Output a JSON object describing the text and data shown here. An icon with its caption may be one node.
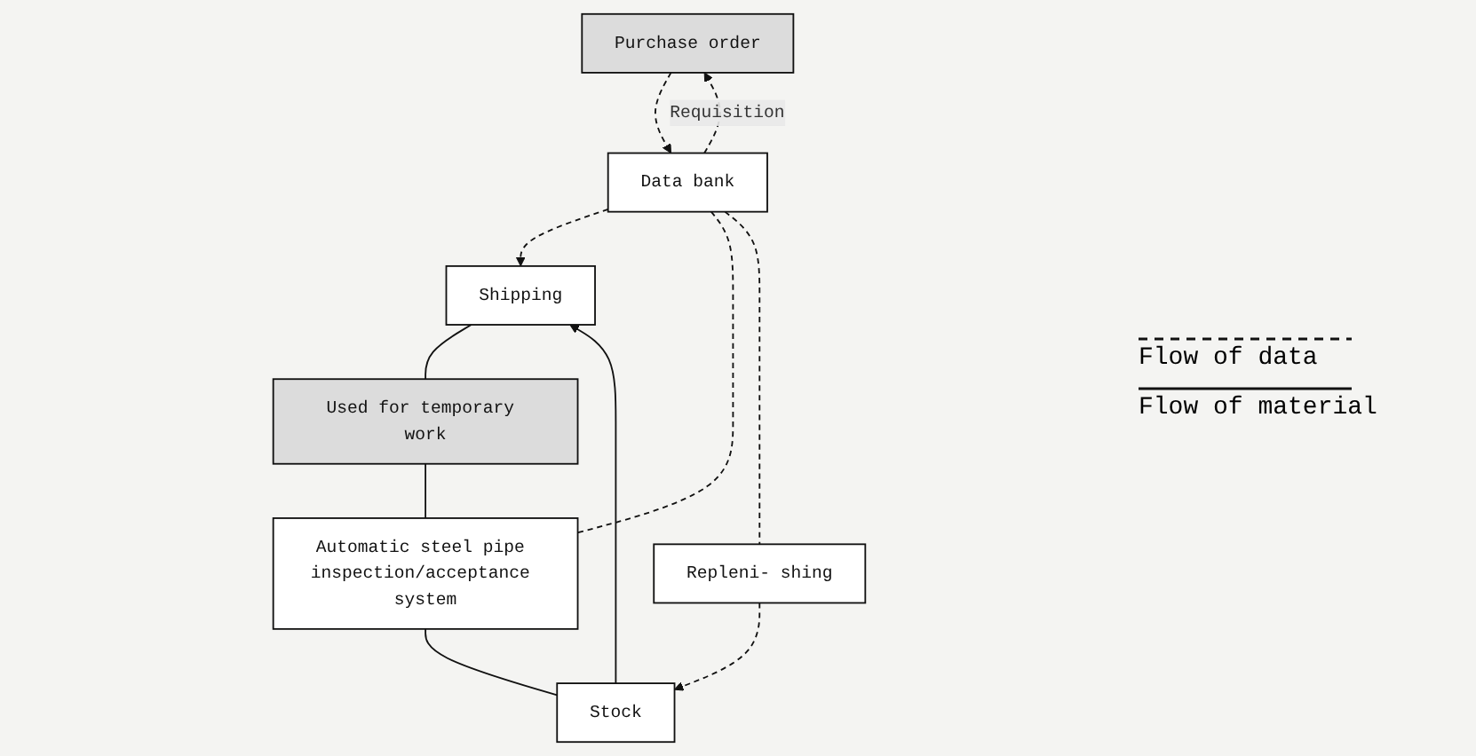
{
  "diagram": {
    "nodes": [
      {
        "text": [
          "Purchase order"
        ]
      },
      {
        "text": [
          "Shipping"
        ]
      },
      {
        "text": [
          "Used for temporary work"
        ]
      },
      {
        "text": [
          "Data bank"
        ]
      },
      {
        "text": [
          "Automatic steel pipe inspection/acceptance system"
        ]
      },
      {
        "text": [
          "Repleni- shing"
        ]
      },
      {
        "text": [
          "Stock"
        ]
      }
    ],
    "edges": [
      {
        "from": 0,
        "to": 3,
        "arrow": "to",
        "style": "dashed"
      },
      {
        "from": 3,
        "to": 0,
        "arrow": "to",
        "style": "dashed",
        "label": "Requisition"
      },
      {
        "from": 3,
        "to": 1,
        "arrow": "to",
        "style": "dashed"
      },
      {
        "from": 1,
        "to": 2,
        "arrow": "none"
      },
      {
        "from": 2,
        "to": 4,
        "arrow": "none"
      },
      {
        "from": 3,
        "to": 4,
        "arrow": "none",
        "style": "dashed"
      },
      {
        "from": 4,
        "to": 6,
        "arrow": "none"
      },
      {
        "from": 3,
        "to": 5,
        "arrow": "none",
        "style": "dashed"
      },
      {
        "from": 5,
        "to": 6,
        "arrow": "to",
        "style": "dashed"
      },
      {
        "from": 6,
        "to": 1,
        "arrow": "to"
      }
    ],
    "legend": [
      {
        "text": "Flow of data"
      },
      {
        "text": "Flow of material"
      }
    ]
  }
}
